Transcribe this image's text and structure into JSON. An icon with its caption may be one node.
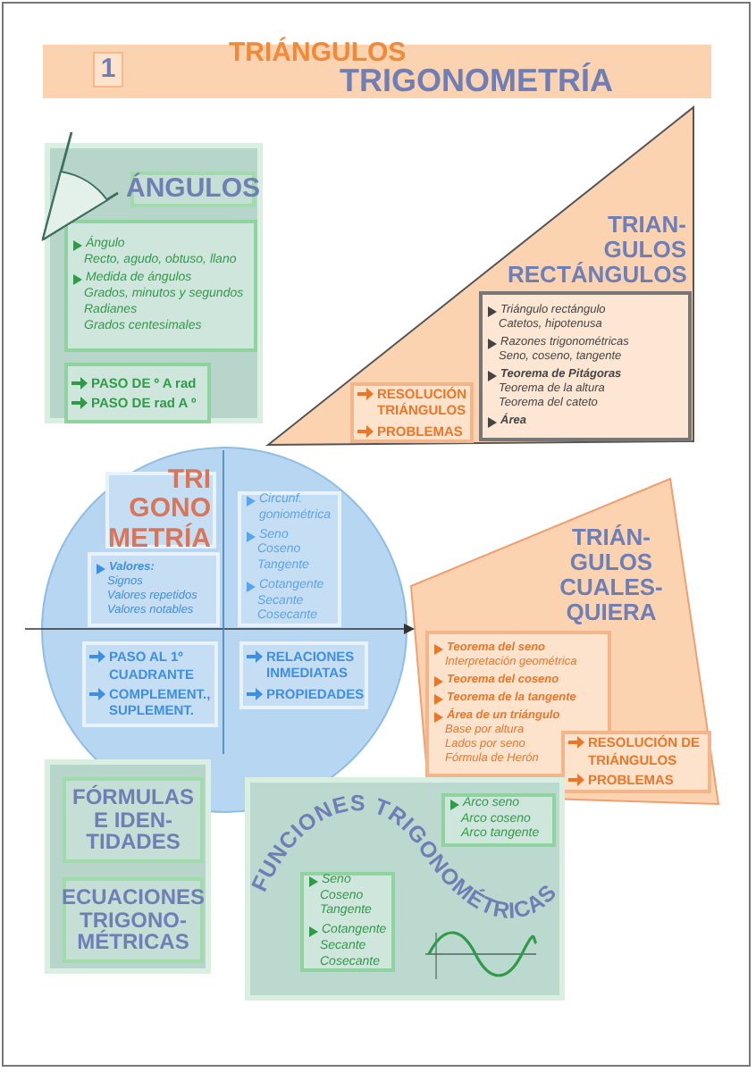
{
  "diagram": {
    "title": "TRIGONOMETRÍA",
    "nodes": [
      {
        "text": [],
        "shape": "box"
      },
      {
        "text": [
          "ÁNGULOS"
        ],
        "in": 0
      },
      {
        "text": [
          "Ángulo",
          "Recto, agudo, obtuso, llano",
          "Medida de ángulos",
          "Grados, minutos y segundos",
          "Radianes",
          "Grados centesimales"
        ],
        "in": 0
      },
      {
        "text": [
          "PASO DE º A rad",
          "PASO DE rad A º"
        ],
        "in": 0
      },
      {
        "text": [
          "TRIAN- GULOS RECTÁNGULOS"
        ]
      },
      {
        "text": [
          "Triángulo rectángulo",
          "Catetos, hipotenusa",
          "Razones trigonométricas",
          "Seno, coseno, tangente",
          "Teorema de Pitágoras",
          "Teorema de la altura",
          "Teorema del cateto",
          "Área"
        ],
        "in": 4
      },
      {
        "text": [
          "RESOLUCIÓN TRIÁNGULOS",
          "PROBLEMAS"
        ],
        "in": 4
      },
      {
        "text": [],
        "shape": "circle"
      },
      {
        "text": [
          "TRI GONO METRÍA"
        ],
        "in": 7
      },
      {
        "text": [
          "Valores:",
          "Signos",
          "Valores repetidos",
          "Valores notables"
        ],
        "in": 7
      },
      {
        "text": [
          "Circunf. goniométrica",
          "Seno",
          "Coseno",
          "Tangente",
          "Cotangente",
          "Secante",
          "Cosecante"
        ],
        "in": 7
      },
      {
        "text": [
          "PASO AL 1º CUADRANTE",
          "COMPLEMENT., SUPLEMENT."
        ],
        "in": 7
      },
      {
        "text": [
          "RELACIONES INMEDIATAS",
          "PROPIEDADES"
        ],
        "in": 7
      },
      {
        "text": [
          "TRIÁN- GULOS CUALES- QUIERA"
        ]
      },
      {
        "text": [
          "Teorema del seno",
          "Interpretación geométrica",
          "Teorema del coseno",
          "Teorema de la tangente",
          "Área de un triángulo",
          "Base por altura",
          "Lados por seno",
          "Fórmula de Herón"
        ],
        "in": 13
      },
      {
        "text": [
          "RESOLUCIÓN DE TRIÁNGULOS",
          "PROBLEMAS"
        ],
        "in": 13
      },
      {
        "text": [],
        "shape": "box"
      },
      {
        "text": [
          "FÓRMULAS E IDEN- TIDADES"
        ],
        "in": 16
      },
      {
        "text": [
          "ECUACIONES TRIGONO- MÉTRICAS"
        ],
        "in": 16
      },
      {
        "text": [
          "FUNCIONES TRIGONOMÉTRICAS"
        ]
      },
      {
        "text": [
          "Arco seno",
          "Arco coseno",
          "Arco tangente"
        ],
        "in": 19
      },
      {
        "text": [
          "Seno",
          "Coseno",
          "Tangente",
          "Cotangente",
          "Secante",
          "Cosecante"
        ],
        "in": 19
      }
    ],
    "labels": [
      "1",
      "TRIÁNGULOS"
    ]
  }
}
